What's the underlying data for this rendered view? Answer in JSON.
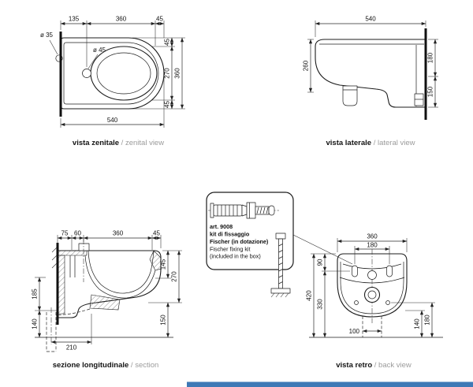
{
  "page": {
    "footer_color": "#3e79b6"
  },
  "views": {
    "zenital": {
      "title_it": "vista zenitale",
      "title_en": " / zenital view",
      "dims": {
        "a135": "135",
        "a360": "360",
        "a45": "45",
        "hole35": "ø 35",
        "hole45": "ø 45",
        "r45a": "45",
        "r270": "270",
        "r45b": "45",
        "r360": "360",
        "total": "540"
      }
    },
    "lateral": {
      "title_it": "vista laterale",
      "title_en": " / lateral view",
      "dims": {
        "total": "540",
        "front": "260",
        "upper": "180",
        "lower": "150"
      }
    },
    "section": {
      "title_it": "sezione longitudinale",
      "title_en": " / section",
      "dims": {
        "s75": "75",
        "s60": "60",
        "s360": "360",
        "s45": "45",
        "r145": "145",
        "r270": "270",
        "r150": "150",
        "l185": "185",
        "l140": "140",
        "b210": "210"
      }
    },
    "back": {
      "title_it": "vista retro",
      "title_en": " / back view",
      "dims": {
        "w360": "360",
        "w180": "180",
        "l90": "90",
        "l420": "420",
        "l330": "330",
        "r140": "140",
        "r180": "180",
        "b100": "100"
      }
    }
  },
  "kit": {
    "art": "art. 9008",
    "name_it": "kit di fissaggio",
    "brand_it": "Fischer (in dotazione)",
    "name_en": "Fischer fixing kit",
    "included_en": "(included in the box)"
  }
}
